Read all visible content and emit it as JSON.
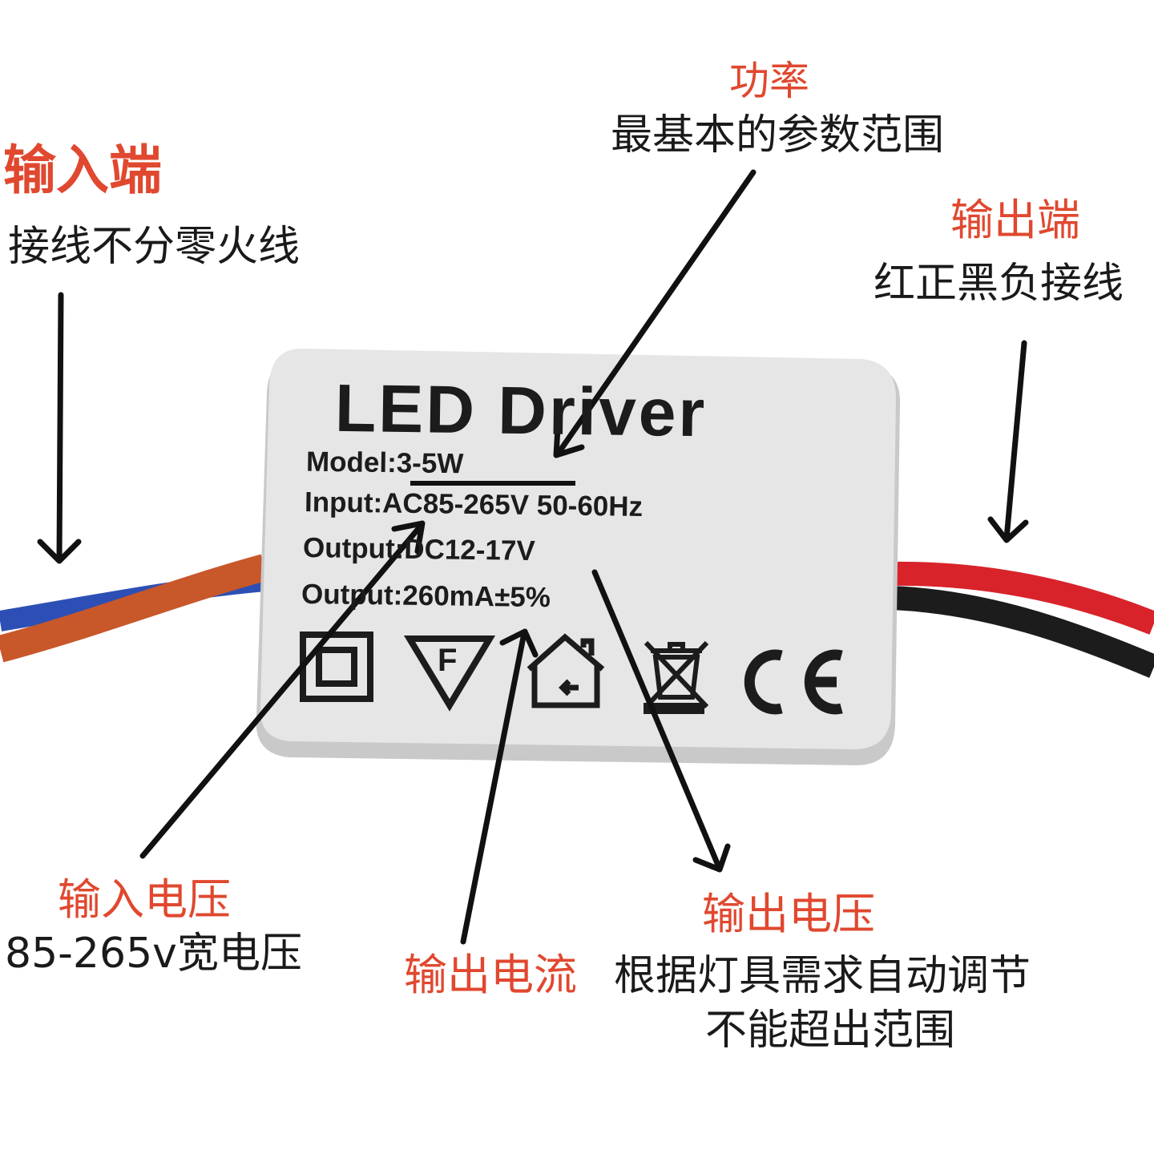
{
  "colors": {
    "annotation_red": "#e0482f",
    "annotation_black": "#1a1a1a",
    "case_gray": "#e6e6e6",
    "wire_orange": "#c8572a",
    "wire_blue": "#2d4fb5",
    "wire_red": "#d8232a",
    "wire_black": "#1c1c1c"
  },
  "annotations": {
    "input_end": {
      "title": "输入端",
      "desc": "接线不分零火线"
    },
    "power": {
      "title": "功率",
      "desc": "最基本的参数范围"
    },
    "output_end": {
      "title": "输出端",
      "desc": "红正黑负接线"
    },
    "input_voltage": {
      "title": "输入电压",
      "desc": "85-265v宽电压"
    },
    "output_current": {
      "title": "输出电流"
    },
    "output_voltage": {
      "title": "输出电压",
      "desc_line1": "根据灯具需求自动调节",
      "desc_line2": "不能超出范围"
    }
  },
  "driver": {
    "title": "LED Driver",
    "model": "Model:3-5W",
    "input": "Input:AC85-265V 50-60Hz",
    "output_voltage": "Output:DC12-17V",
    "output_current": "Output:260mA±5%",
    "f_mark": "F",
    "ce_mark": "CE",
    "icons": [
      "double-insulation-icon",
      "f-mark-icon",
      "indoor-use-icon",
      "weee-bin-icon",
      "ce-mark-icon"
    ]
  }
}
